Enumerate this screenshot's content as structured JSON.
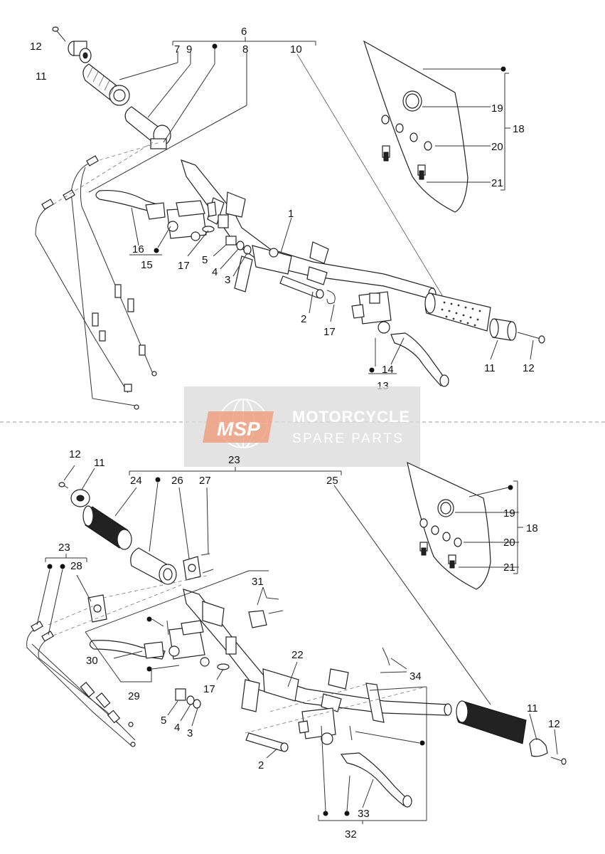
{
  "watermark": {
    "logo": "MSP",
    "line1": "MOTORCYCLE",
    "line2": "SPARE PARTS"
  },
  "top": {
    "l12a": "12",
    "l11a": "11",
    "l6": "6",
    "l7": "7",
    "l9": "9",
    "l8": "8",
    "l10": "10",
    "l19": "19",
    "l18": "18",
    "l20": "20",
    "l21": "21",
    "l1": "1",
    "l16": "16",
    "l15": "15",
    "l17a": "17",
    "l5": "5",
    "l4": "4",
    "l3": "3",
    "l2": "2",
    "l17b": "17",
    "l14": "14",
    "l13": "13",
    "l11b": "11",
    "l12b": "12"
  },
  "bottom": {
    "l12a": "12",
    "l11a": "11",
    "l23a": "23",
    "l24": "24",
    "l26": "26",
    "l27": "27",
    "l25": "25",
    "l18": "18",
    "l19": "19",
    "l20": "20",
    "l21": "21",
    "l23b": "23",
    "l28": "28",
    "l31": "31",
    "l30": "30",
    "l29": "29",
    "l22": "22",
    "l17": "17",
    "l5": "5",
    "l4": "4",
    "l3": "3",
    "l34": "34",
    "l2": "2",
    "l11b": "11",
    "l12b": "12",
    "l33": "33",
    "l32": "32"
  }
}
